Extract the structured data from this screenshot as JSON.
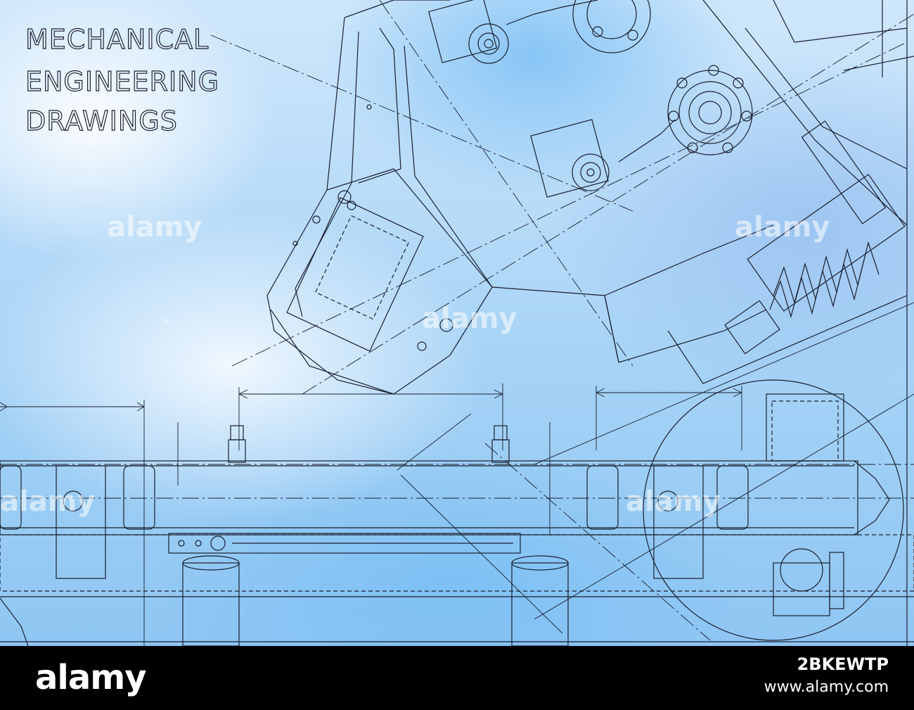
{
  "title_lines": [
    "MECHANICAL",
    "ENGINEERING",
    "DRAWINGS"
  ],
  "watermark": "alamy",
  "footer": {
    "brand": "alamy",
    "image_id": "2BKEWTP",
    "site": "www.alamy.com"
  },
  "colors": {
    "background_light": "#cfe7fb",
    "background_blue": "#8ec6f3",
    "line": "#1a1f2e",
    "footer_bg": "#000000"
  }
}
